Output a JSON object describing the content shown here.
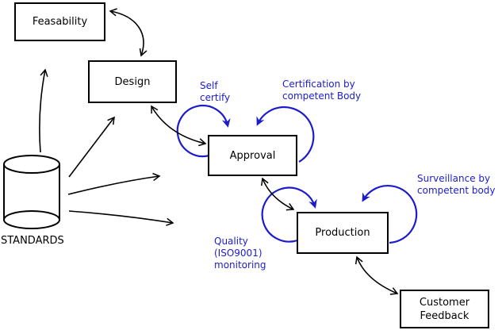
{
  "nodes": {
    "feasability": {
      "label": "Feasability"
    },
    "design": {
      "label": "Design"
    },
    "approval": {
      "label": "Approval"
    },
    "production": {
      "label": "Production"
    },
    "customer_feedback": {
      "label": "Customer\nFeedback"
    },
    "standards": {
      "label": "STANDARDS"
    }
  },
  "annotations": {
    "self_certify": {
      "label": "Self\ncertify"
    },
    "certification": {
      "label": "Certification by\ncompetent Body"
    },
    "surveillance": {
      "label": "Surveillance by\ncompetent body"
    },
    "quality_monitoring": {
      "label": "Quality\n(ISO9001)\nmonitoring"
    }
  },
  "colors": {
    "annotation": "#1c1ccd",
    "line": "#000000",
    "background": "#ffffff"
  }
}
